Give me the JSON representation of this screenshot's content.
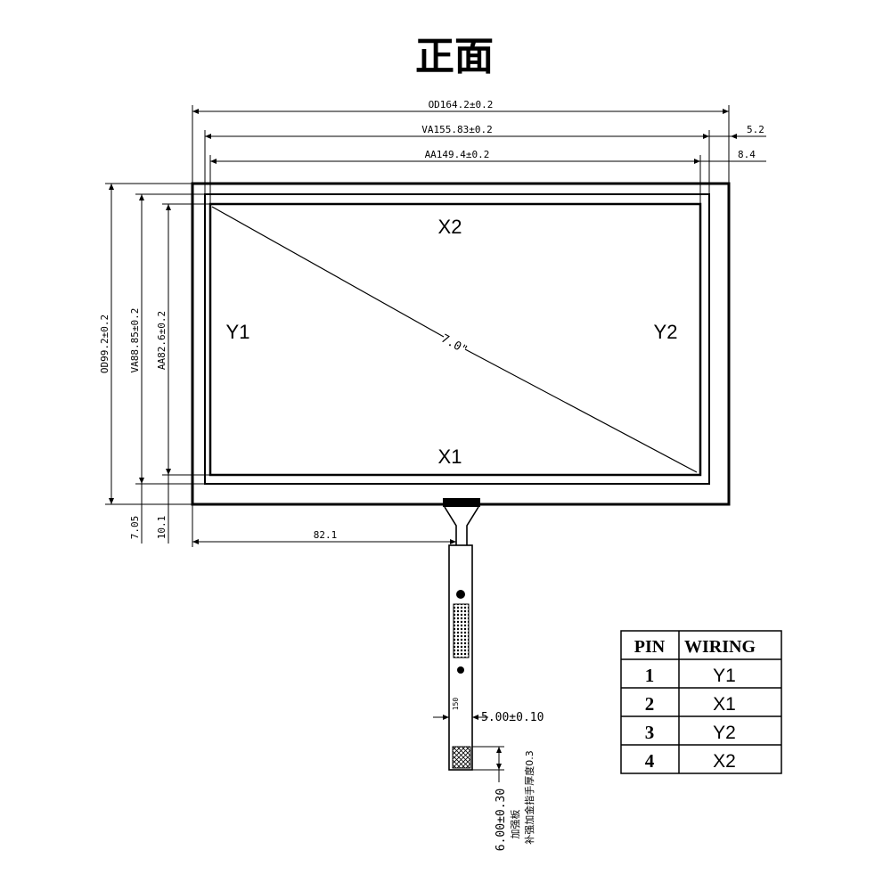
{
  "title": "正面",
  "dimensions": {
    "od_width": "OD164.2±0.2",
    "va_width": "VA155.83±0.2",
    "aa_width": "AA149.4±0.2",
    "right_va_offset": "5.2",
    "right_aa_offset": "8.4",
    "od_height": "OD99.2±0.2",
    "va_height": "VA88.85±0.2",
    "aa_height": "AA82.6±0.2",
    "bottom_va_offset": "7.05",
    "bottom_aa_offset": "10.1",
    "tail_position": "82.1",
    "tail_width": "5.00±0.10",
    "tail_length": "6.00±0.30"
  },
  "labels": {
    "x2": "X2",
    "x1": "X1",
    "y1": "Y1",
    "y2": "Y2",
    "diagonal": "7.0\""
  },
  "notes": {
    "stiffener": "加强板",
    "gold_finger": "补强加金指手厚度0.3",
    "tail_mark": "150"
  },
  "pin_table": {
    "header_pin": "PIN",
    "header_wiring": "WIRING",
    "rows": [
      {
        "pin": "1",
        "wiring": "Y1"
      },
      {
        "pin": "2",
        "wiring": "X1"
      },
      {
        "pin": "3",
        "wiring": "Y2"
      },
      {
        "pin": "4",
        "wiring": "X2"
      }
    ]
  }
}
